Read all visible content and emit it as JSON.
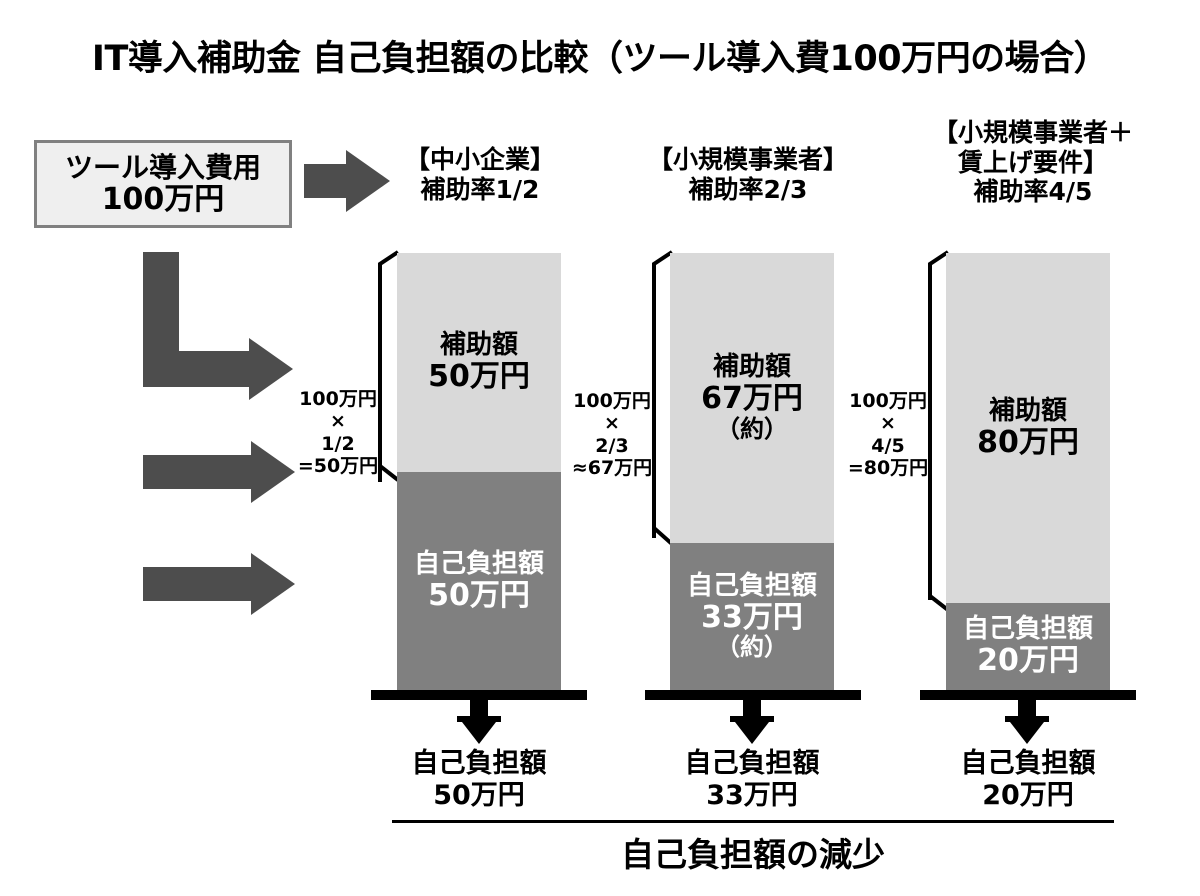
{
  "chart_data": {
    "type": "bar",
    "title": "IT導入補助金 自己負担額の比較（ツール導入費100万円の場合）",
    "xlabel": "",
    "ylabel": "",
    "ylim": [
      0,
      100
    ],
    "unit": "万円",
    "total_cost": 100,
    "categories": [
      "【中小企業】補助率1/2",
      "【小規模事業者】補助率2/3",
      "【小規模事業者＋賃上げ要件】補助率4/5"
    ],
    "series": [
      {
        "name": "補助額",
        "values": [
          50,
          67,
          80
        ]
      },
      {
        "name": "自己負担額",
        "values": [
          50,
          33,
          20
        ]
      }
    ],
    "legend_position": "none",
    "grid": false,
    "annotations": [
      "100万円 × 1/2 =50万円",
      "100万円 × 2/3 ≈67万円",
      "100万円 × 4/5 =80万円"
    ],
    "footer": "自己負担額の減少"
  },
  "header": {
    "title": "IT導入補助金 自己負担額の比較（ツール導入費100万円の場合）"
  },
  "source": {
    "line1": "ツール導入費用",
    "line2": "100万円"
  },
  "columns": [
    {
      "head_line1": "【中小企業】",
      "head_line2": "補助率1/2",
      "head_line3": "",
      "calc_l1": "100万円",
      "calc_l2": "×",
      "calc_l3": "1/2",
      "calc_l4": "=50万円",
      "subsidy_label": "補助額",
      "subsidy_value": "50万円",
      "subsidy_approx": "",
      "self_label": "自己負担額",
      "self_value": "50万円",
      "self_approx": "",
      "result_label": "自己負担額",
      "result_value": "50万円"
    },
    {
      "head_line1": "【小規模事業者】",
      "head_line2": "補助率2/3",
      "head_line3": "",
      "calc_l1": "100万円",
      "calc_l2": "×",
      "calc_l3": "2/3",
      "calc_l4": "≈67万円",
      "subsidy_label": "補助額",
      "subsidy_value": "67万円",
      "subsidy_approx": "（約）",
      "self_label": "自己負担額",
      "self_value": "33万円",
      "self_approx": "（約）",
      "result_label": "自己負担額",
      "result_value": "33万円"
    },
    {
      "head_line1": "【小規模事業者＋",
      "head_line2": "賃上げ要件】",
      "head_line3": "補助率4/5",
      "calc_l1": "100万円",
      "calc_l2": "×",
      "calc_l3": "4/5",
      "calc_l4": "=80万円",
      "subsidy_label": "補助額",
      "subsidy_value": "80万円",
      "subsidy_approx": "",
      "self_label": "自己負担額",
      "self_value": "20万円",
      "self_approx": "",
      "result_label": "自己負担額",
      "result_value": "20万円"
    }
  ],
  "footer": {
    "text": "自己負担額の減少"
  },
  "colors": {
    "subsidy": "#d9d9d9",
    "self_pay": "#808080",
    "arrow": "#4d4d4d",
    "box_fill": "#efefef",
    "box_border": "#808080",
    "text": "#000000",
    "background": "#ffffff"
  }
}
